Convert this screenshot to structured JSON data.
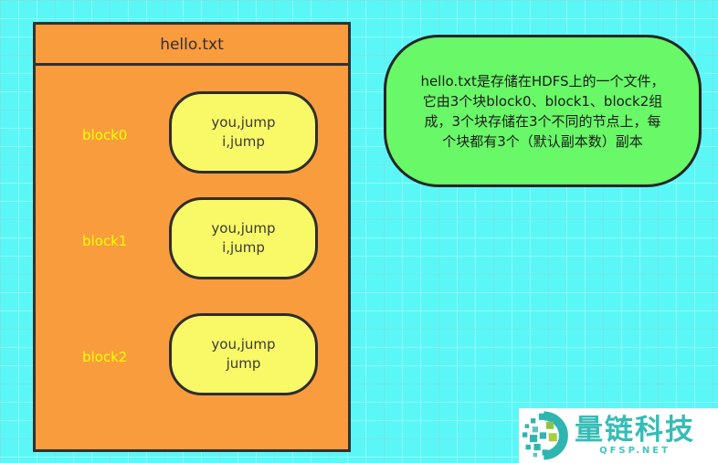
{
  "file_box": {
    "title": "hello.txt",
    "blocks": [
      {
        "label": "block0",
        "content_lines": [
          "you,jump",
          "i,jump"
        ]
      },
      {
        "label": "block1",
        "content_lines": [
          "you,jump",
          "i,jump"
        ]
      },
      {
        "label": "block2",
        "content_lines": [
          "you,jump",
          "jump"
        ]
      }
    ]
  },
  "callout": {
    "lines": [
      "hello.txt是存储在HDFS上的一个文件，",
      "它由3个块block0、block1、block2组",
      "成，3个块存储在3个不同的节点上，每",
      "个块都有3个（默认副本数）副本"
    ]
  },
  "watermark": {
    "brand": "量链科技",
    "domain": "QFSP.NET",
    "logo_icon": "mosaic-circle-icon"
  },
  "colors": {
    "background": "#5BF7F7",
    "file_box_fill": "#F99C3E",
    "block_label_text": "#FFFF00",
    "block_pill_fill": "#F9F967",
    "callout_fill": "#68F868",
    "outline": "#2E2E2E",
    "brand_teal": "#35BCB6",
    "logo_green": "#8CC63F"
  }
}
